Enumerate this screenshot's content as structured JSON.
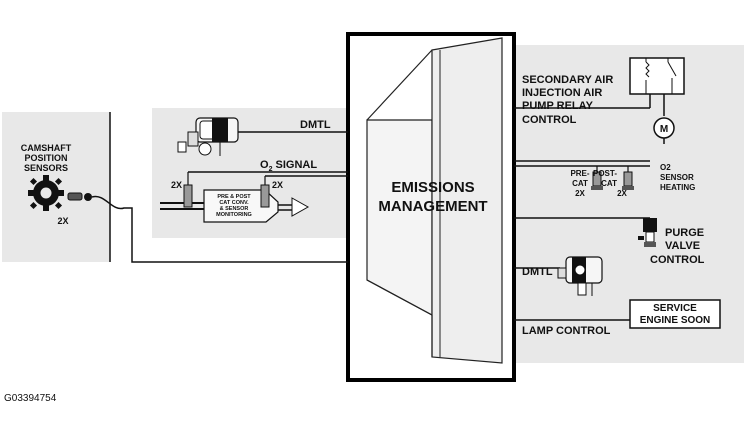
{
  "center": {
    "line1": "EMISSIONS",
    "line2": "MANAGEMENT"
  },
  "camshaft": {
    "line1": "CAMSHAFT",
    "line2": "POSITION",
    "line3": "SENSORS",
    "count": "2X"
  },
  "left_inputs": {
    "dmtl": "DMTL",
    "o2_signal_prefix": "O",
    "o2_signal_sub": "2",
    "o2_signal_suffix": " SIGNAL",
    "sensor_count_left": "2X",
    "sensor_count_right": "2X",
    "cat_line1": "PRE & POST",
    "cat_line2": "CAT CONV.",
    "cat_line3": "& SENSOR",
    "cat_line4": "MONITORING"
  },
  "right_outputs": {
    "secondary_air_line1": "SECONDARY AIR",
    "secondary_air_line2": "INJECTION AIR",
    "secondary_air_line3": "PUMP RELAY",
    "secondary_air_line4": "CONTROL",
    "motor_symbol": "M",
    "pre_cat_line1": "PRE-",
    "pre_cat_line2": "CAT",
    "pre_cat_line3": "2X",
    "post_cat_line1": "POST-",
    "post_cat_line2": "CAT",
    "post_cat_line3": "2X",
    "o2_heat_line1": "O2",
    "o2_heat_line2": "SENSOR",
    "o2_heat_line3": "HEATING",
    "purge_line1": "PURGE",
    "purge_line2": "VALVE",
    "purge_line3": "CONTROL",
    "dmtl": "DMTL",
    "lamp_control": "LAMP CONTROL",
    "service_line1": "SERVICE",
    "service_line2": "ENGINE SOON"
  },
  "figure_id": "G03394754",
  "colors": {
    "panel": "#e8e8e8",
    "line": "#111111",
    "ecu_border": "#000000"
  }
}
